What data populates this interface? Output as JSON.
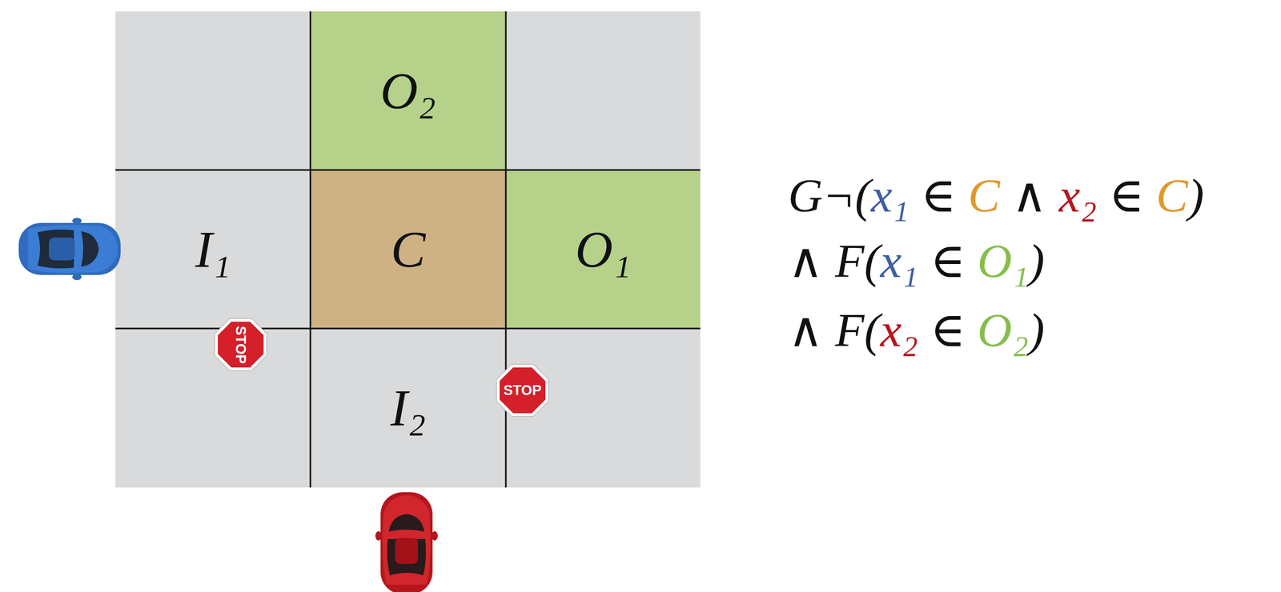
{
  "diagram": {
    "nodes": [
      {
        "text": [
          "O₂"
        ]
      },
      {
        "text": [
          "I₁"
        ]
      },
      {
        "text": [
          "C"
        ]
      },
      {
        "text": [
          "O₁"
        ]
      },
      {
        "text": [
          "I₂"
        ]
      }
    ],
    "labels": [
      "STOP",
      "STOP",
      "G¬(x₁ ∈ C ∧ x₂ ∈ C)",
      "∧ F(x₁ ∈ O₁)",
      "∧ F(x₂ ∈ O₂)"
    ]
  }
}
